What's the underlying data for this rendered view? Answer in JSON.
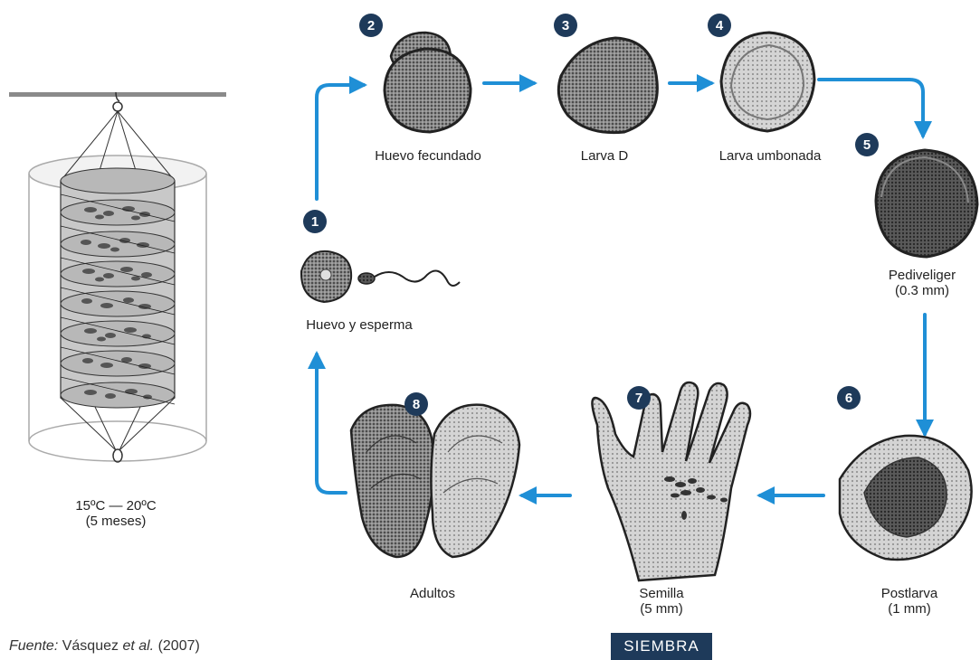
{
  "stages": [
    {
      "number": "1",
      "label": "Huevo y esperma",
      "sub": ""
    },
    {
      "number": "2",
      "label": "Huevo fecundado",
      "sub": ""
    },
    {
      "number": "3",
      "label": "Larva D",
      "sub": ""
    },
    {
      "number": "4",
      "label": "Larva umbonada",
      "sub": ""
    },
    {
      "number": "5",
      "label": "Pediveliger",
      "sub": "(0.3 mm)"
    },
    {
      "number": "6",
      "label": "Postlarva",
      "sub": "(1 mm)"
    },
    {
      "number": "7",
      "label": "Semilla",
      "sub": "(5 mm)"
    },
    {
      "number": "8",
      "label": "Adultos",
      "sub": ""
    }
  ],
  "culture": {
    "temperature": "15ºC — 20ºC",
    "duration": "(5 meses)"
  },
  "source": {
    "prefix": "Fuente:",
    "authors": "Vásquez",
    "etal": "et al.",
    "year": "(2007)"
  },
  "siembra_label": "SIEMBRA",
  "colors": {
    "arrow": "#1f8fd6",
    "badge": "#1e3a5a",
    "shell": "#555555"
  }
}
